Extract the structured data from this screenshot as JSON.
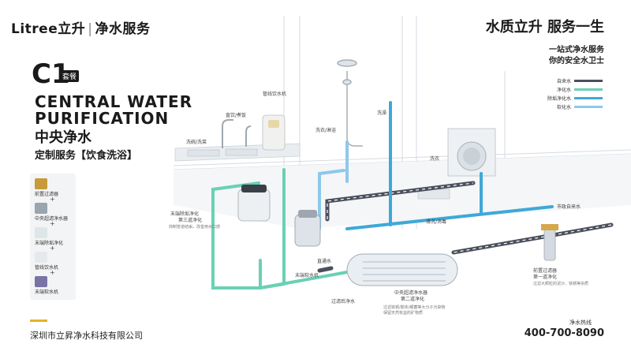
{
  "header": {
    "brand": "Litree立升",
    "brand_suffix": "净水服务",
    "slogan": "水质立升 服务一生",
    "sub1": "一站式净水服务",
    "sub2": "你的安全水卫士"
  },
  "title": {
    "c1": "C1",
    "c1_badge": "套餐",
    "en_line1": "CENTRAL WATER",
    "en_line2": "PURIFICATION",
    "cn_line1": "中央净水",
    "cn_line2": "定制服务【饮食洗浴】"
  },
  "product_list": [
    {
      "label": "前置过滤器",
      "color": "#c89a3a"
    },
    {
      "label": "中央超滤净水器",
      "color": "#9aa5ad"
    },
    {
      "label": "末端除垢净化",
      "color": "#dfe6ea"
    },
    {
      "label": "管线饮水机",
      "color": "#e6e9ec"
    },
    {
      "label": "末端软水机",
      "color": "#7a73a6"
    }
  ],
  "legend": [
    {
      "label": "自来水",
      "color": "#4a4f5c"
    },
    {
      "label": "净化水",
      "color": "#6ad0b4"
    },
    {
      "label": "除垢净化水",
      "color": "#3fa8d8"
    },
    {
      "label": "软化水",
      "color": "#8fc8ea"
    }
  ],
  "labels": {
    "sink_wash": "洗碗/洗菜",
    "drink_cook": "直饮/煮饭",
    "pipe_dispenser": "管线饮水机",
    "wash_bath": "洗衣/淋浴",
    "shower": "洗澡",
    "laundry": "洗衣",
    "terminal_scale": "末端除垢净化",
    "terminal_scale_sub": "第三道净化",
    "terminal_scale_desc": "抑制管道结垢，改善用水口感",
    "softener": "末端软水机",
    "direct_water": "直通水",
    "uf_name": "中央超滤净水器",
    "uf_stage": "第二道净化",
    "uf_desc1": "过滤铁锈/胶体/细菌等大分子污染物",
    "uf_desc2": "保留天然有益的矿物质",
    "pre_name": "前置过滤器",
    "pre_stage": "第一道净化",
    "pre_desc": "过滤大颗粒的泥沙、铁锈等杂质",
    "municipal": "市政自来水",
    "filtered": "过滤后净水",
    "clean_wash": "清洗/消毒"
  },
  "footer": {
    "company": "深圳市立昇净水科技有限公司",
    "hotline_label": "净水热线",
    "hotline": "400-700-8090"
  }
}
